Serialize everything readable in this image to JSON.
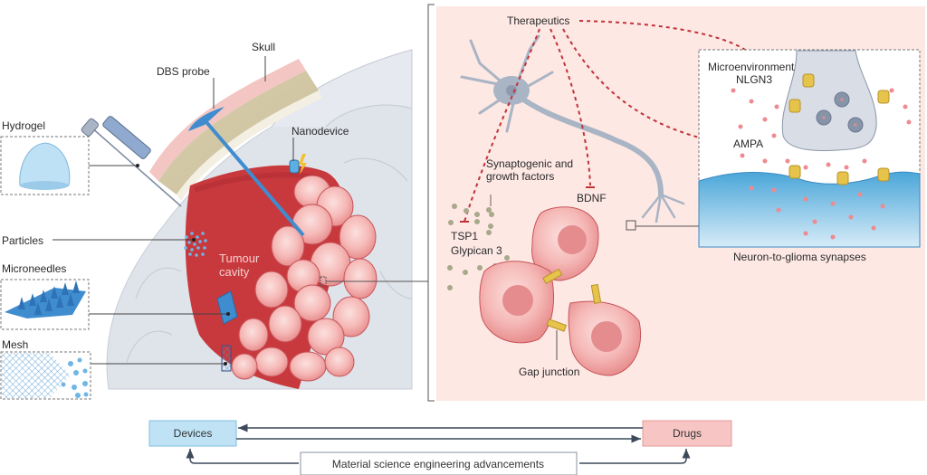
{
  "left_panel": {
    "labels": {
      "skull": "Skull",
      "dbs_probe": "DBS probe",
      "hydrogel": "Hydrogel",
      "nanodevice": "Nanodevice",
      "particles": "Particles",
      "tumour_cavity_line1": "Tumour",
      "tumour_cavity_line2": "cavity",
      "microneedles": "Microneedles",
      "mesh": "Mesh"
    }
  },
  "right_panel": {
    "labels": {
      "therapeutics": "Therapeutics",
      "synaptogenic_line1": "Synaptogenic and",
      "synaptogenic_line2": "growth factors",
      "bdnf": "BDNF",
      "tsp1": "TSP1",
      "glypican": "Glypican 3",
      "microenvironment": "Microenvironment",
      "nlgn3": "NLGN3",
      "ampa": "AMPA",
      "synapse_caption": "Neuron-to-glioma synapses",
      "gap_junction": "Gap junction"
    }
  },
  "bottom_flow": {
    "devices": "Devices",
    "drugs": "Drugs",
    "materials": "Material science engineering advancements"
  },
  "colors": {
    "tumour_red": "#c8393d",
    "cell_pink": "#f2b1b1",
    "brain_grey": "#dfe3ea",
    "device_blue": "#3f8ccf",
    "panel_pink": "#fde8e4",
    "inhibition_red": "#c0333a",
    "devices_box": "#bfe3f5",
    "drugs_box": "#f7c6c4"
  }
}
